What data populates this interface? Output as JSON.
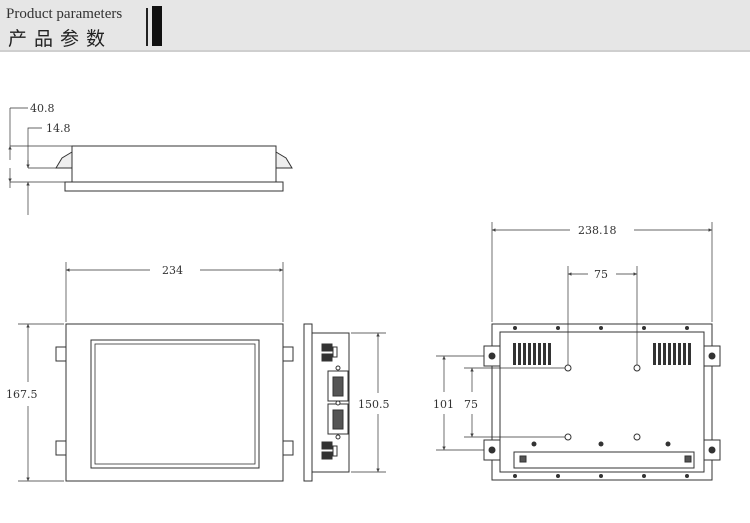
{
  "header": {
    "title_en": "Product parameters",
    "title_cn": "产品参数"
  },
  "dimensions": {
    "side_depth": "40.8",
    "side_bezel": "14.8",
    "front_width": "234",
    "front_height": "167.5",
    "side_height": "150.5",
    "back_width": "238.18",
    "back_hole_spacing_x": "75",
    "back_hole_spacing_y_outer": "101",
    "back_hole_spacing_y_inner": "75"
  }
}
